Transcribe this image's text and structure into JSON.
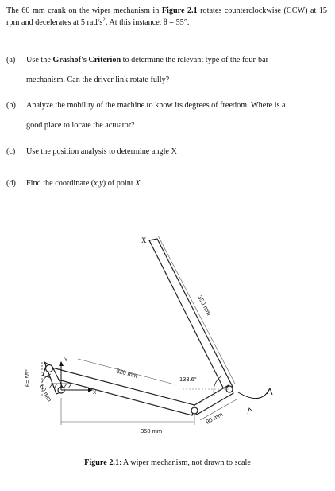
{
  "intro": {
    "part1": "The 60 mm crank on the wiper mechanism in ",
    "fig_ref": "Figure 2.1",
    "part2": " rotates counterclockwise (CCW) at 15 rpm and decelerates at 5 rad/s",
    "exp": "2",
    "part3": ". At this instance, θ = 55°."
  },
  "questions": [
    {
      "label": "(a)",
      "pre": "Use the ",
      "bold": "Grashof's Criterion",
      "post": " to determine the relevant type of the four-bar",
      "line2": "mechanism. Can the driver link rotate fully?"
    },
    {
      "label": "(b)",
      "text": "Analyze the mobility of the machine to know its degrees of freedom. Where is a",
      "line2": "good place to locate the actuator?"
    },
    {
      "label": "(c)",
      "text": "Use the position analysis to determine angle X"
    },
    {
      "label": "(d)",
      "pre": "Find the coordinate (",
      "italic": "x,y",
      "mid": ") of point ",
      "italic2": "X",
      "post": "."
    }
  ],
  "figure": {
    "labels": {
      "point_x": "X",
      "dim_350_vertical": "350 mm",
      "dim_320": "320 mm",
      "angle_133": "133.6°",
      "dim_350_horizontal": "350 mm",
      "dim_90": "90 mm",
      "dim_60": "60 mm",
      "theta": "θ= 55°",
      "axis_y": "Y",
      "axis_x": "X"
    },
    "caption_bold": "Figure 2.1",
    "caption_text": ": A wiper mechanism, not drawn to scale"
  }
}
